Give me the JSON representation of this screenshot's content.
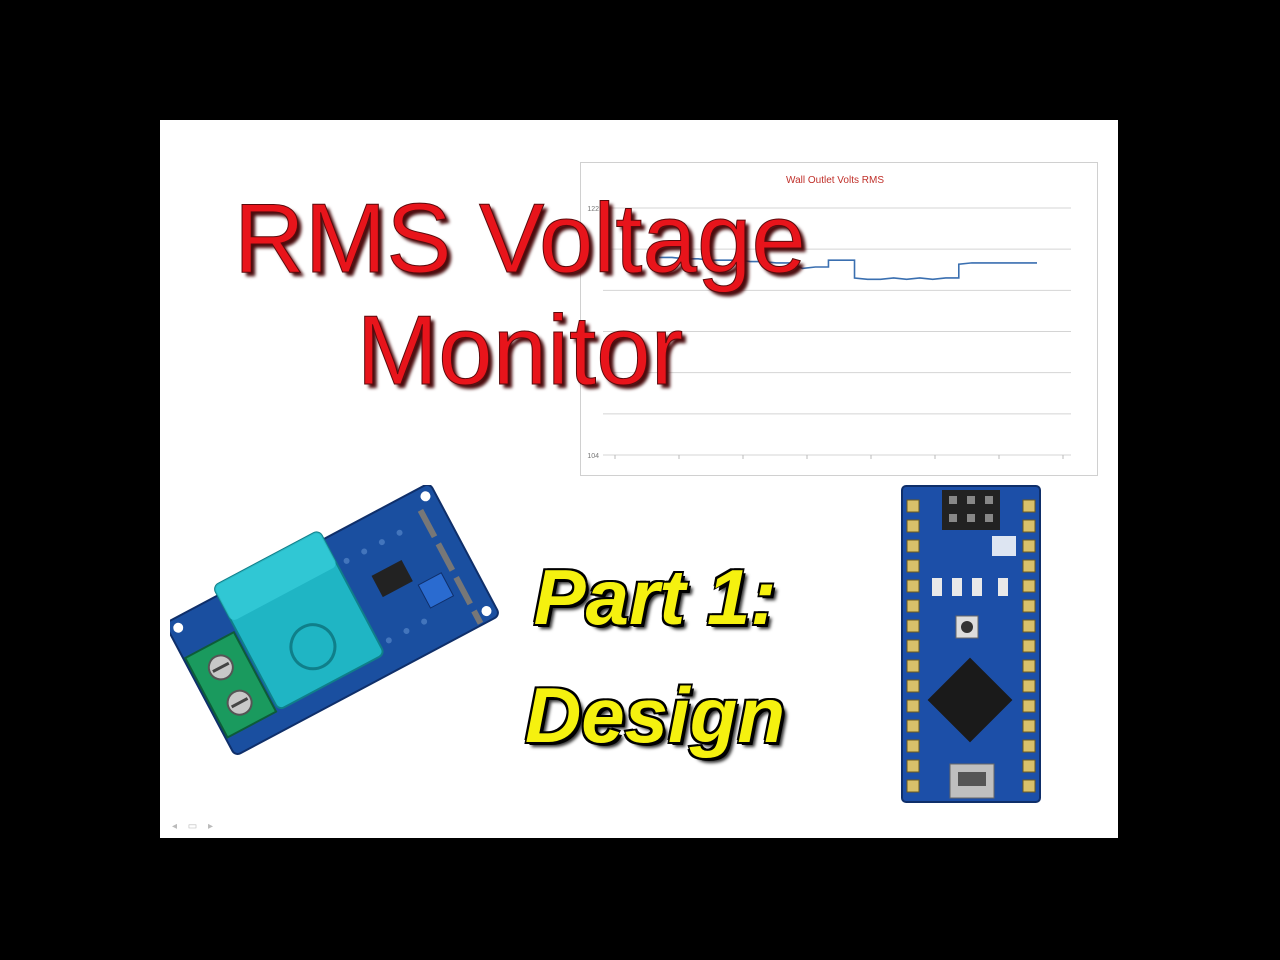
{
  "title": {
    "line1": "RMS Voltage",
    "line2": "Monitor"
  },
  "subtitle": {
    "line1": "Part 1:",
    "line2": "Design"
  },
  "colors": {
    "title": "#e8141b",
    "subtitle": "#f5f10f",
    "line": "#3a6fb0",
    "background": "#000000"
  },
  "icons": {
    "sensor": "zmpt101b-voltage-sensor-module-image",
    "board": "arduino-nano-board-image",
    "nav": "slide-nav-icons"
  },
  "chart_data": {
    "type": "line",
    "title": "Wall Outlet Volts RMS",
    "ylim": [
      104,
      122
    ],
    "yticks": [
      "104",
      "",
      "",
      "",
      "",
      "",
      "122"
    ],
    "series": [
      {
        "values": [
          118.4,
          118.4,
          118.3,
          118.3,
          118.2,
          118.2,
          118.2,
          118.1,
          118.1,
          118.0,
          118.0,
          117.6,
          117.7,
          118.2,
          118.2,
          116.9,
          116.8,
          116.8,
          116.9,
          116.8,
          116.9,
          116.8,
          116.9,
          117.9,
          118.0,
          118.0,
          118.0,
          118.0,
          118.0,
          118.0
        ]
      }
    ]
  }
}
